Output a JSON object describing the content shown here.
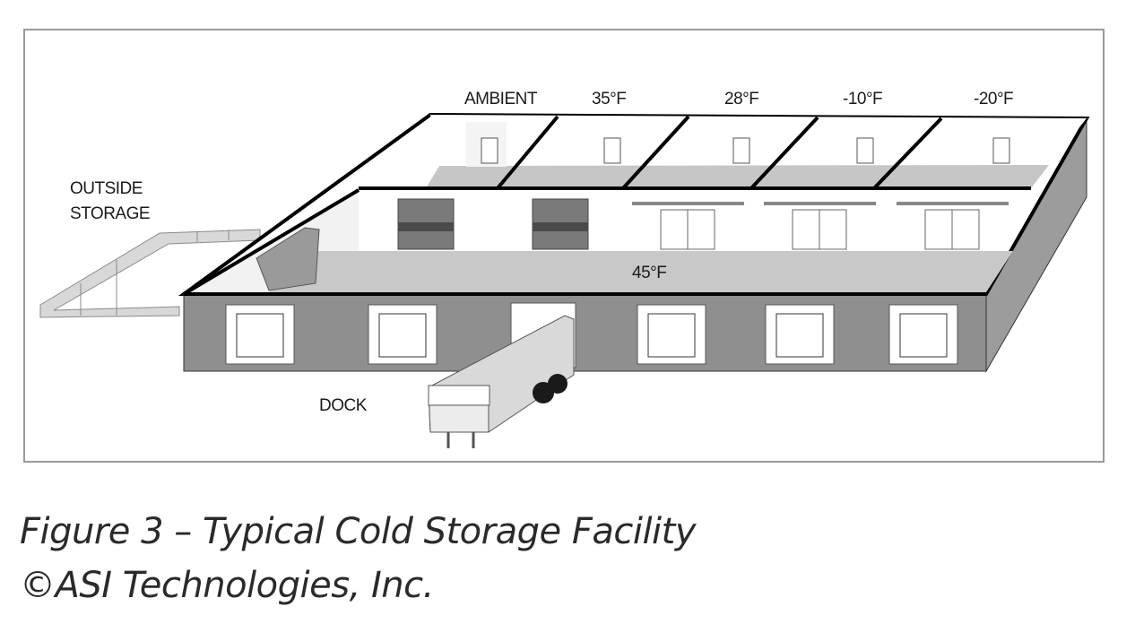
{
  "diagram": {
    "zones": {
      "ambient": "AMBIENT",
      "z35": "35°F",
      "z28": "28°F",
      "zm10": "-10°F",
      "zm20": "-20°F",
      "corridor": "45°F"
    },
    "outside_storage": [
      "OUTSIDE",
      "STORAGE"
    ],
    "dock": "DOCK"
  },
  "caption": {
    "title": "Figure 3 – Typical Cold Storage Facility",
    "credit": "©ASI Technologies, Inc."
  }
}
